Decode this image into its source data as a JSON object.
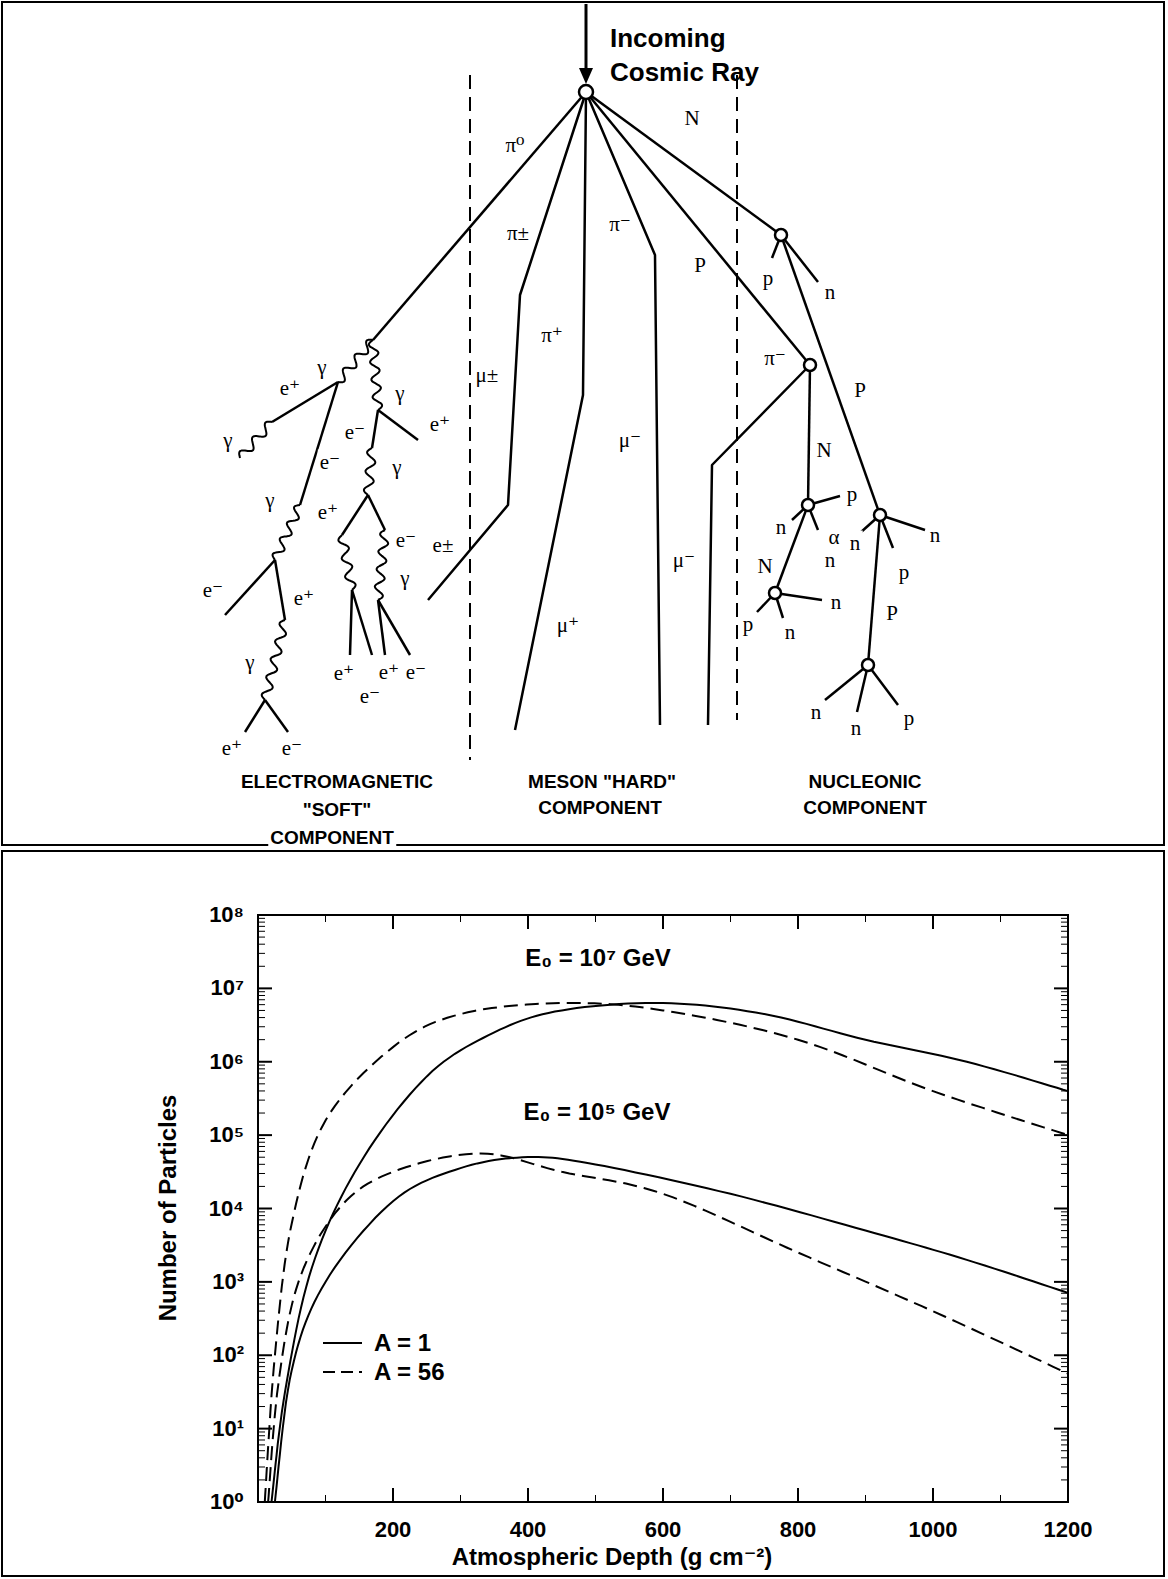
{
  "diagram": {
    "labels": [
      "Incoming",
      "Cosmic Ray",
      "π⁰",
      "N",
      "π±",
      "π⁻",
      "P",
      "π⁺",
      "p",
      "n",
      "μ±",
      "π⁻",
      "P",
      "N",
      "μ⁻",
      "μ⁻",
      "μ⁺",
      "e±",
      "γ",
      "γ",
      "e⁺",
      "γ",
      "e⁻",
      "e⁻",
      "e⁺",
      "γ",
      "γ",
      "e⁺",
      "e⁻",
      "γ",
      "e⁻",
      "e⁺",
      "γ",
      "e⁺",
      "e⁻",
      "e⁺",
      "e⁺",
      "e⁻",
      "e⁻",
      "p",
      "n",
      "α",
      "n",
      "N",
      "n",
      "p",
      "n",
      "n",
      "p",
      "n",
      "P",
      "n",
      "n",
      "p",
      "ELECTROMAGNETIC",
      "\"SOFT\"",
      "COMPONENT",
      "MESON \"HARD\"",
      "COMPONENT",
      "NUCLEONIC",
      "COMPONENT",
      "E₀ = 10⁷ GeV",
      "E₀ = 10⁵ GeV",
      "10⁸",
      "10⁷",
      "10⁶",
      "10⁵",
      "10⁴",
      "10³",
      "10²",
      "10¹",
      "10⁰",
      "200",
      "400",
      "600",
      "800",
      "1000",
      "1200",
      "Number of Particles",
      "Atmospheric Depth (g cm⁻²)"
    ],
    "legend": [
      {
        "text": "A = 1"
      },
      {
        "text": "A = 56"
      }
    ]
  }
}
